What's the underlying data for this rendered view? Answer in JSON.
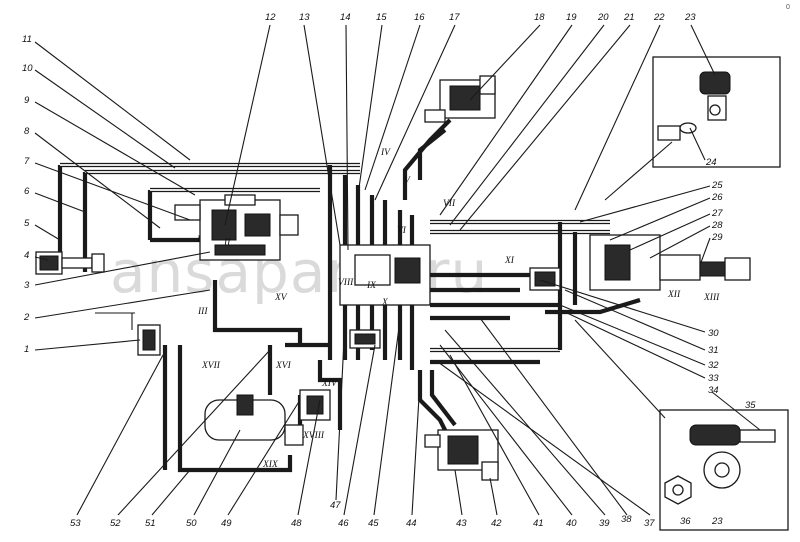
{
  "watermark": "ansaparts.ru",
  "corner_mark": "0",
  "callouts": {
    "left": [
      "11",
      "10",
      "9",
      "8",
      "7",
      "6",
      "5",
      "4",
      "3",
      "2",
      "1"
    ],
    "top": [
      "12",
      "13",
      "14",
      "15",
      "16",
      "17",
      "18",
      "19",
      "20",
      "21",
      "22",
      "23"
    ],
    "right": [
      "24",
      "25",
      "26",
      "27",
      "28",
      "29",
      "30",
      "31",
      "32",
      "33",
      "34",
      "35",
      "36",
      "23"
    ],
    "bottom": [
      "53",
      "52",
      "51",
      "50",
      "49",
      "48",
      "47",
      "46",
      "45",
      "44",
      "43",
      "42",
      "41",
      "40",
      "39",
      "38",
      "37"
    ]
  },
  "roman_marks": [
    "I",
    "II",
    "III",
    "IV",
    "V",
    "VI",
    "VII",
    "VIII",
    "IX",
    "X",
    "XI",
    "XII",
    "XIII",
    "XIV",
    "XV",
    "XVI",
    "XVII",
    "XVIII",
    "XIX"
  ]
}
